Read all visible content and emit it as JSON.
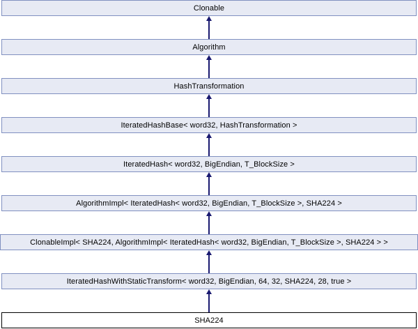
{
  "diagram": {
    "type": "class-inheritance-graph",
    "direction": "child-at-bottom-arrows-point-up",
    "nodes": [
      {
        "label": "Clonable",
        "current": false,
        "full_width": false
      },
      {
        "label": "Algorithm",
        "current": false,
        "full_width": false
      },
      {
        "label": "HashTransformation",
        "current": false,
        "full_width": false
      },
      {
        "label": "IteratedHashBase< word32, HashTransformation >",
        "current": false,
        "full_width": false
      },
      {
        "label": "IteratedHash< word32, BigEndian, T_BlockSize >",
        "current": false,
        "full_width": false
      },
      {
        "label": "AlgorithmImpl< IteratedHash< word32, BigEndian, T_BlockSize >, SHA224 >",
        "current": false,
        "full_width": false
      },
      {
        "label": "ClonableImpl< SHA224, AlgorithmImpl< IteratedHash< word32, BigEndian, T_BlockSize >, SHA224 > >",
        "current": false,
        "full_width": true
      },
      {
        "label": "IteratedHashWithStaticTransform< word32, BigEndian, 64, 32, SHA224, 28, true >",
        "current": false,
        "full_width": false
      },
      {
        "label": "SHA224",
        "current": true,
        "full_width": false
      }
    ],
    "colors": {
      "node_fill": "#E7EAF4",
      "node_border": "#8090C0",
      "edge": "#191970",
      "current_node_fill": "#FFFFFF",
      "current_node_border": "#000000",
      "text": "#000000",
      "background": "#FFFFFF"
    }
  }
}
